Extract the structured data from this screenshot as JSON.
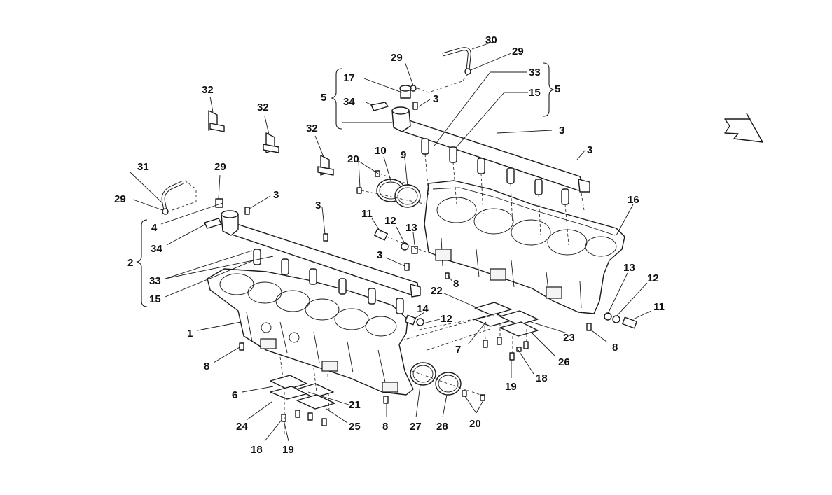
{
  "labels": {
    "n1": "1",
    "n2": "2",
    "n3": "3",
    "n4": "4",
    "n5": "5",
    "n6": "6",
    "n7": "7",
    "n8": "8",
    "n9": "9",
    "n10": "10",
    "n11": "11",
    "n12": "12",
    "n13": "13",
    "n14": "14",
    "n15": "15",
    "n16": "16",
    "n17": "17",
    "n18": "18",
    "n19": "19",
    "n20": "20",
    "n21": "21",
    "n22": "22",
    "n23": "23",
    "n24": "24",
    "n25": "25",
    "n26": "26",
    "n27": "27",
    "n28": "28",
    "n29": "29",
    "n30": "30",
    "n31": "31",
    "n32": "32",
    "n33": "33",
    "n34": "34"
  },
  "colors": {
    "line": "#1a1a1a",
    "background": "#ffffff"
  },
  "icons": {
    "direction": "arrow-icon"
  }
}
